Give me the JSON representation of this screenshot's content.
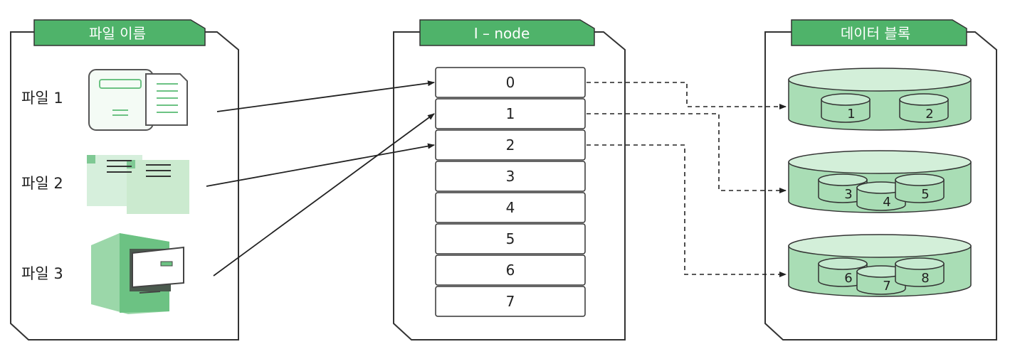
{
  "panels": {
    "file_names": {
      "title": "파일 이름",
      "files": [
        {
          "label": "파일 1",
          "icon": "document-icon"
        },
        {
          "label": "파일 2",
          "icon": "files-icon"
        },
        {
          "label": "파일 3",
          "icon": "file-cabinet-icon"
        }
      ]
    },
    "inode": {
      "title": "I – node",
      "entries": [
        "0",
        "1",
        "2",
        "3",
        "4",
        "5",
        "6",
        "7"
      ]
    },
    "data_blocks": {
      "title": "데이터 블록",
      "groups": [
        {
          "blocks": [
            "1",
            "2"
          ]
        },
        {
          "blocks": [
            "3",
            "4",
            "5"
          ]
        },
        {
          "blocks": [
            "6",
            "7",
            "8"
          ]
        }
      ]
    }
  },
  "links": {
    "file_to_inode": [
      {
        "file": "파일 1",
        "inode": "0"
      },
      {
        "file": "파일 2",
        "inode": "2"
      },
      {
        "file": "파일 3",
        "inode": "1"
      }
    ],
    "inode_to_block_group": [
      {
        "inode": "0",
        "group": 1
      },
      {
        "inode": "1",
        "group": 2
      },
      {
        "inode": "2",
        "group": 3
      }
    ]
  },
  "colors": {
    "accent_green": "#4fb36a",
    "light_green": "#bfe6c8",
    "mid_green": "#8fd0a0",
    "outline": "#333333"
  }
}
